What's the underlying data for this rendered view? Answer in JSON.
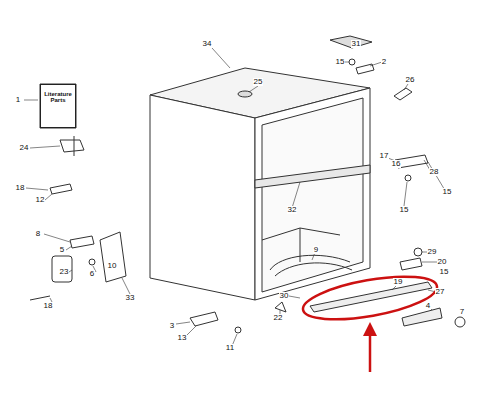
{
  "diagram": {
    "nodes": [
      {
        "text": [
          "Literature Parts"
        ]
      }
    ],
    "labels": [
      "1",
      "31",
      "15",
      "2",
      "26",
      "34",
      "25",
      "24",
      "17",
      "16",
      "28",
      "15",
      "15",
      "18",
      "12",
      "32",
      "8",
      "5",
      "9",
      "29",
      "20",
      "15",
      "23",
      "6",
      "10",
      "19",
      "27",
      "4",
      "7",
      "33",
      "18",
      "3",
      "13",
      "11",
      "30",
      "22"
    ]
  }
}
